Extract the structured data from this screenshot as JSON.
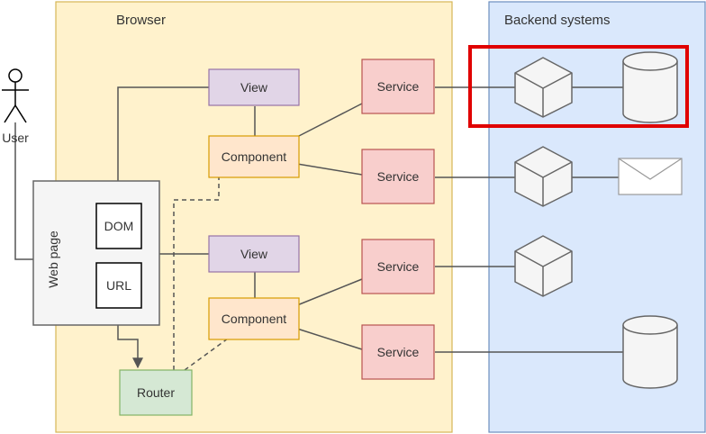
{
  "regions": {
    "browser": "Browser",
    "backend": "Backend systems"
  },
  "actor": {
    "label": "User"
  },
  "web_page": {
    "label": "Web page",
    "dom": "DOM",
    "url": "URL"
  },
  "top_group": {
    "view": "View",
    "component": "Component",
    "services": [
      "Service",
      "Service"
    ]
  },
  "bottom_group": {
    "view": "View",
    "component": "Component",
    "services": [
      "Service",
      "Service"
    ]
  },
  "router": "Router",
  "colors": {
    "browser_fill": "#fff2cc",
    "browser_stroke": "#d6b656",
    "backend_fill": "#dae8fc",
    "backend_stroke": "#6c8ebf",
    "view_fill": "#e1d5e7",
    "view_stroke": "#9673a6",
    "component_fill": "#ffe6cc",
    "component_stroke": "#d79b00",
    "service_fill": "#f8cecc",
    "service_stroke": "#b85450",
    "router_fill": "#d5e8d4",
    "router_stroke": "#82b366",
    "highlight": "#e00000"
  },
  "backend_icons": [
    "cube-icon",
    "database-icon",
    "cube-icon",
    "envelope-icon",
    "cube-icon",
    "database-icon"
  ]
}
